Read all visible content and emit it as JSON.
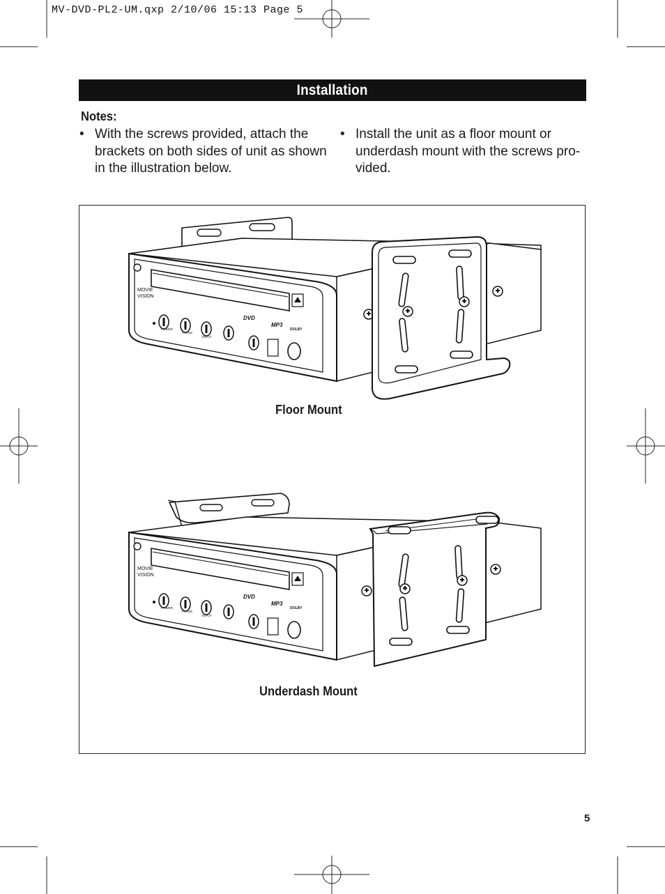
{
  "print_slug": "MV-DVD-PL2-UM.qxp  2/10/06  15:13  Page 5",
  "section_title": "Installation",
  "notes": {
    "title": "Notes:",
    "bullets": [
      "With the screws provided, attach the brackets on both sides of unit as shown in the illustration below.",
      "Install the unit as a floor mount or underdash mount with the screws pro-vided."
    ]
  },
  "figures": [
    {
      "caption": "Floor Mount"
    },
    {
      "caption": "Underdash Mount"
    }
  ],
  "device_labels": {
    "brand_line1": "MOVIE",
    "brand_line2": "VISION",
    "knob1": "POWER",
    "knob2": "PHASE",
    "knob3": "INPUT",
    "dvd_logo": "DVD",
    "mp3_logo": "MP3",
    "dolby_logo": "DOLBY"
  },
  "page_number": "5"
}
